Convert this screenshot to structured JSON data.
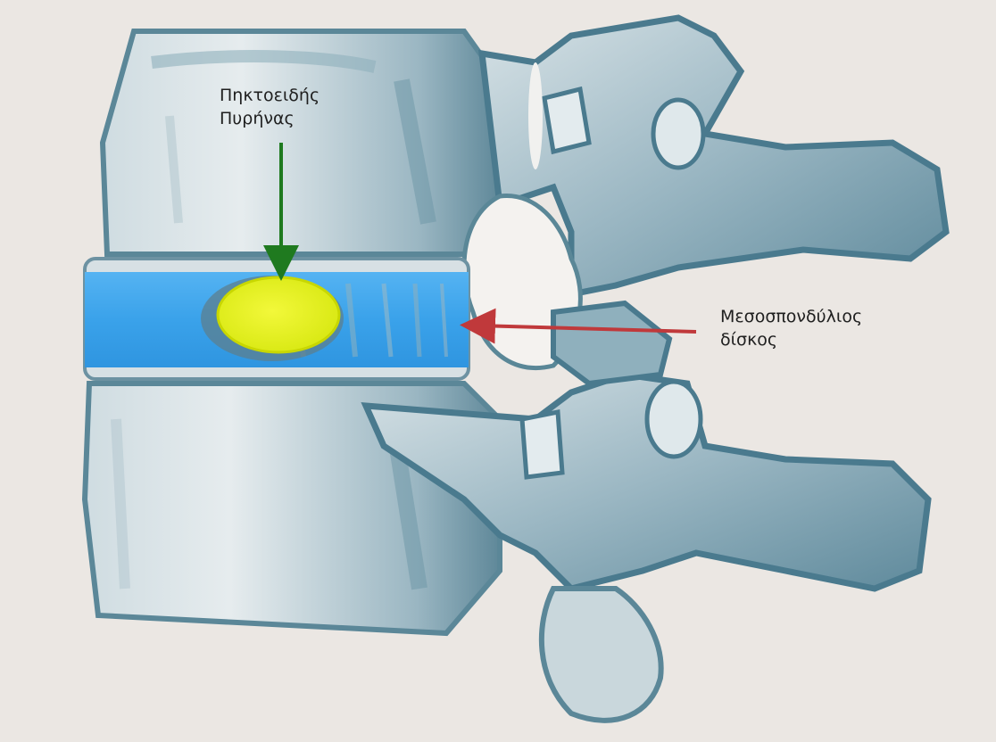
{
  "labels": {
    "nucleus_line1": "Πηκτοειδής",
    "nucleus_line2": "Πυρήνας",
    "disc_line1": "Μεσοσπονδύλιος",
    "disc_line2": "δίσκος"
  },
  "colors": {
    "background": "#ebe7e3",
    "bone_dark": "#4a7a8e",
    "bone_mid": "#7fa3b2",
    "bone_light": "#c9d6db",
    "disc_blue": "#3fa5ec",
    "nucleus_yellow": "#e8f21c",
    "nucleus_arrow": "#1f7a1f",
    "disc_arrow": "#c0393b"
  }
}
